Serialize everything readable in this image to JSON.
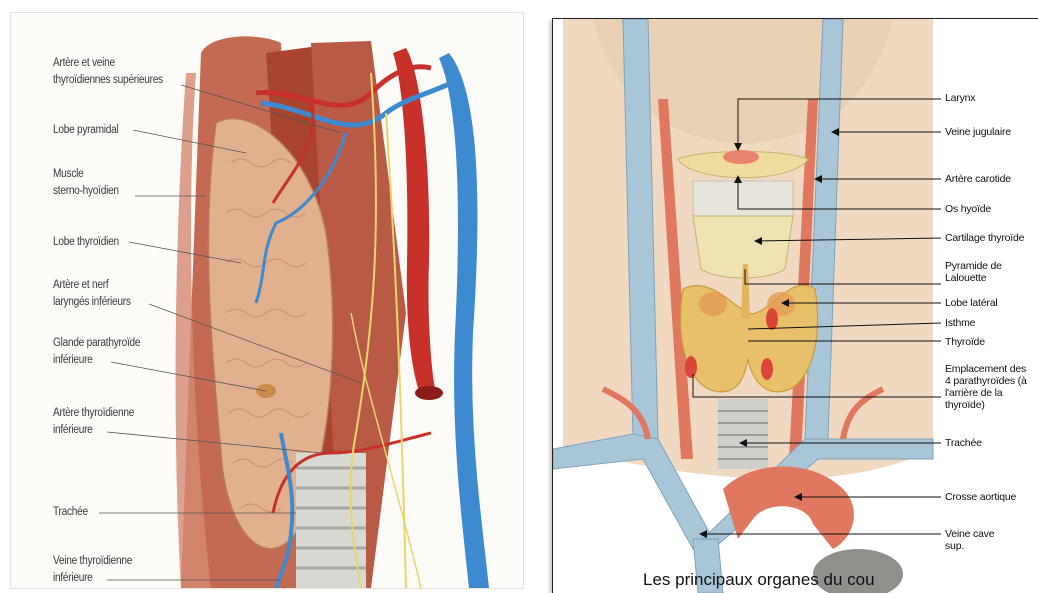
{
  "left_figure": {
    "labels": [
      "Artère et veine\nthyroïdiennes supérieures",
      "Lobe pyramidal",
      "Muscle\nsterno-hyoïdien",
      "Lobe thyroïdien",
      "Artère et nerf\nlaryngés inférieurs",
      "Glande parathyroïde\ninférieure",
      "Artère thyroïdienne\ninférieure",
      "Trachée",
      "Veine thyroïdienne\ninférieure"
    ]
  },
  "right_figure": {
    "labels": [
      "Larynx",
      "Veine jugulaire",
      "Artère carotide",
      "Os hyoïde",
      "Cartilage thyroïde",
      "Pyramide de\nLalouette",
      "Lobe latéral",
      "Isthme",
      "Thyroïde",
      "Emplacement des\n4 parathyroïdes (à\nl'arrière de la\nthyroïde)",
      "Trachée",
      "Crosse aortique",
      "Veine cave\nsup."
    ],
    "caption": "Les principaux organes du cou"
  },
  "colors": {
    "muscle": "#b5523f",
    "thyroid": "#d99a7a",
    "artery": "#c8312a",
    "vein": "#3d8ad0",
    "nerve": "#e8d66b",
    "trachea": "#d9d9d4",
    "skin": "#f1d9c1"
  }
}
